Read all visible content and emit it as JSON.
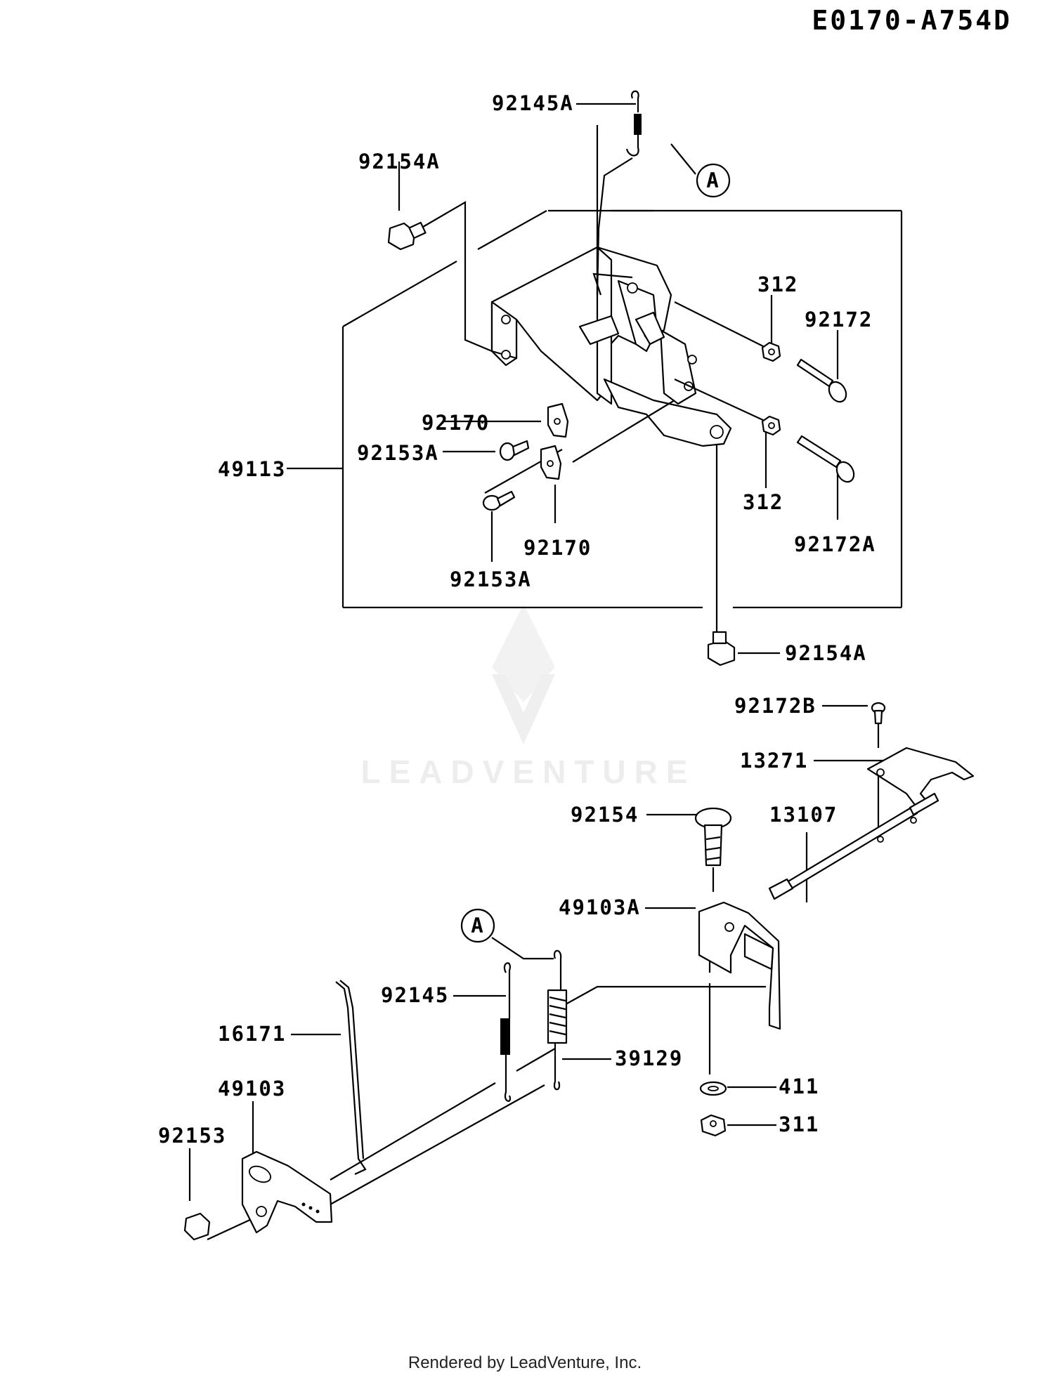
{
  "diagram_code": "E0170-A754D",
  "footer": "Rendered by LeadVenture, Inc.",
  "watermark": "LEADVENTURE",
  "callout_marker": "A",
  "labels": {
    "l_92145A": "92145A",
    "l_92154A_top": "92154A",
    "l_312_top": "312",
    "l_92172": "92172",
    "l_92170_a": "92170",
    "l_92153A_a": "92153A",
    "l_49113": "49113",
    "l_312_bot": "312",
    "l_92172A": "92172A",
    "l_92170_b": "92170",
    "l_92153A_b": "92153A",
    "l_92154A_bot": "92154A",
    "l_92172B": "92172B",
    "l_13271": "13271",
    "l_92154": "92154",
    "l_13107": "13107",
    "l_49103A": "49103A",
    "l_92145": "92145",
    "l_16171": "16171",
    "l_39129": "39129",
    "l_49103": "49103",
    "l_411": "411",
    "l_92153": "92153",
    "l_311": "311"
  }
}
